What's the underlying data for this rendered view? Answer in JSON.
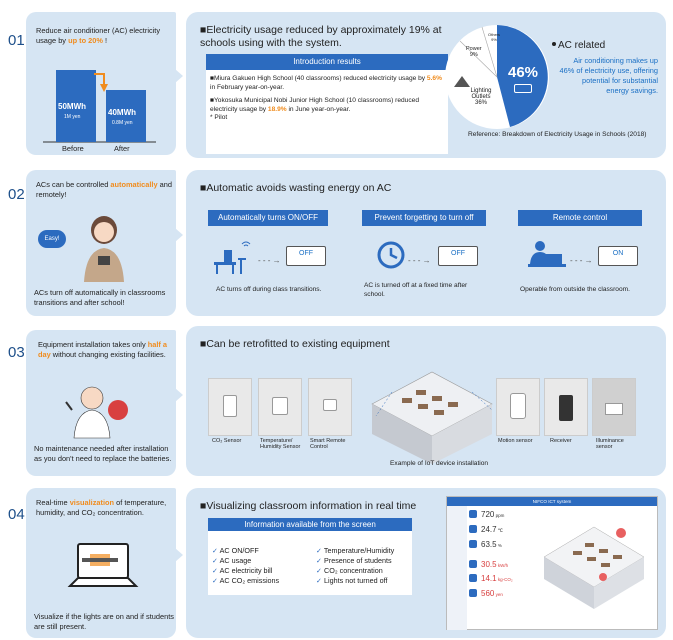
{
  "sections": [
    {
      "num": "01",
      "left": {
        "pre": "Reduce air conditioner (AC) electricity usage by ",
        "hl": "up to 20%",
        "post": " !",
        "bar1": "50MWh",
        "bar1s": "1M yen",
        "bar2": "40MWh",
        "bar2s": "0.8M yen",
        "before": "Before",
        "after": "After"
      },
      "title": "■Electricity usage reduced by approximately 19% at schools using with the system.",
      "box_title": "Introduction results",
      "r1a": "■Miura Gakuen High School (40 classrooms) reduced electricity usage by ",
      "r1h": "5.6%",
      "r1b": " in February year-on-year.",
      "r2a": "■Yokosuka Municipal Nobi Junior High School (10 classrooms) reduced electricity usage by ",
      "r2h": "18.9%",
      "r2b": " in June year-on-year.",
      "pilot": "* Pilot",
      "pie_pct": "46%",
      "pie_power": "Power",
      "pie_power_pct": "9%",
      "pie_others": "Others",
      "pie_others_pct": "9%",
      "pie_light": "Lighting Outlets",
      "pie_light_pct": "36%",
      "ac_title": "AC related",
      "ac_text": "Air conditioning makes up 46% of electricity use, offering potential for substantial energy savings.",
      "ref": "Reference: Breakdown of Electricity Usage in Schools (2018)"
    },
    {
      "num": "02",
      "left": {
        "pre": "ACs can be controlled ",
        "hl": "automatically",
        "post": " and remotely!",
        "easy": "Easy!",
        "bottom": "ACs turn off automatically in classrooms transitions and after school!"
      },
      "title": "■Automatic avoids wasting energy on AC",
      "b1": "Automatically turns ON/OFF",
      "b2": "Prevent forgetting to turn off",
      "b3": "Remote control",
      "c1": "AC turns off during class transitions.",
      "c2": "AC is turned off at a fixed time after school.",
      "c3": "Operable from outside the classroom.",
      "off": "OFF",
      "off2": "OFF",
      "on": "ON"
    },
    {
      "num": "03",
      "left": {
        "pre": "Equipment installation takes only ",
        "hl": "half a day",
        "post": " without changing existing facilities.",
        "bottom": "No maintenance needed after installation as you don't need to replace the batteries."
      },
      "title": "■Can be retrofitted to existing equipment",
      "p1": "CO₂ Sensor",
      "p2": "Temperature/ Humidity Sensor",
      "p3": "Smart Remote Control",
      "p4": "Motion sensor",
      "p5": "Receiver",
      "p6": "Illuminance sensor",
      "caption": "Example of IoT device installation"
    },
    {
      "num": "04",
      "left": {
        "pre": "Real-time ",
        "hl": "visualization",
        "post": " of temperature, humidity, and CO₂ concentration.",
        "bottom": "Visualize if the lights are on and if students are still present."
      },
      "title": "■Visualizing classroom information in real time",
      "box_title": "Information available from the screen",
      "col1": [
        "AC ON/OFF",
        "AC usage",
        "AC electricity bill",
        "AC CO₂ emissions"
      ],
      "col2": [
        "Temperature/Humidity",
        "Presence of students",
        "CO₂ concentration",
        "Lights not turned off"
      ],
      "check": "✓",
      "screen_title": "NIFCO ICT system",
      "v1": "720",
      "u1": "ppm",
      "v2": "24.7",
      "u2": "℃",
      "v3": "63.5",
      "u3": "%",
      "v4": "30.5",
      "u4": "kW/h",
      "v5": "14.1",
      "u5": "kg-CO₂",
      "v6": "560",
      "u6": "yen"
    }
  ],
  "colors": {
    "accent": "#f08c1e",
    "primary": "#2c6bbf",
    "card": "#d6e5f3"
  }
}
